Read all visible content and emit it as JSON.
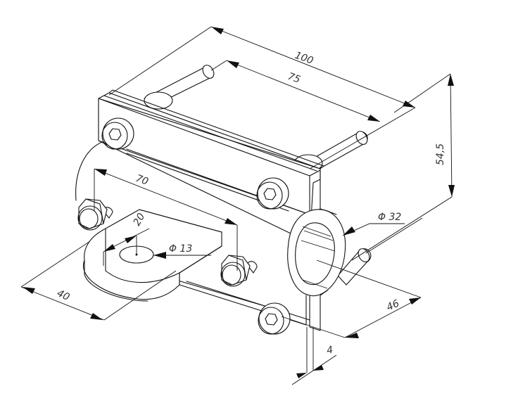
{
  "drawing": {
    "type": "isometric mechanical assembly drawing",
    "subject": "tube clamp bracket with bolts and eye lug",
    "line_color": "#111111",
    "background": "#ffffff"
  },
  "dimensions": {
    "overall_length": "100",
    "rod_spacing": "75",
    "height": "54,5",
    "bolt_spacing": "70",
    "lug_width": "20",
    "hole_diameter": "Φ 13",
    "lug_length": "40",
    "tube_diameter": "Φ 32",
    "clamp_depth": "46",
    "plate_thickness": "4"
  }
}
